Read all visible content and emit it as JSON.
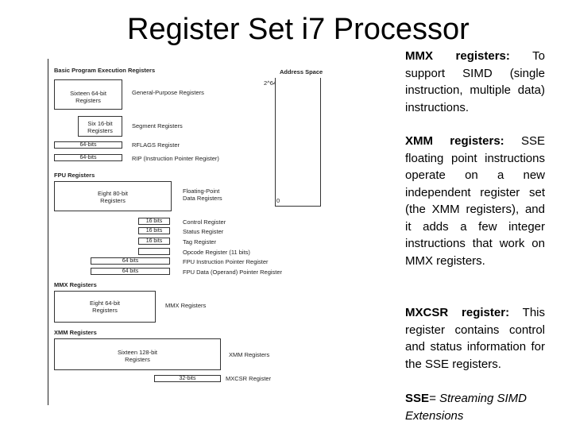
{
  "title": "Register Set i7 Processor",
  "diagram": {
    "basic_header": "Basic Program Execution Registers",
    "address_space": "Address Space",
    "addr_top": "2^64 -1",
    "addr_zero": "0",
    "gpr_box": "Sixteen 64-bit\nRegisters",
    "gpr_label": "General-Purpose Registers",
    "seg_box": "Six 16-bit\nRegisters",
    "seg_label": "Segment Registers",
    "rflags_bits": "64-bits",
    "rflags_label": "RFLAGS Register",
    "rip_bits": "64-bits",
    "rip_label": "RIP (Instruction Pointer Register)",
    "fpu_header": "FPU Registers",
    "fpu_box": "Eight 80-bit\nRegisters",
    "fpu_label": "Floating-Point\nData Registers",
    "control_bits": "16 bits",
    "control_label": "Control Register",
    "status_bits": "16 bits",
    "status_label": "Status Register",
    "tag_bits": "16 bits",
    "tag_label": "Tag Register",
    "opcode_label": "Opcode Register (11 bits)",
    "fip_bits": "64 bits",
    "fip_label": "FPU Instruction Pointer Register",
    "fdp_bits": "64 bits",
    "fdp_label": "FPU Data (Operand) Pointer Register",
    "mmx_header": "MMX Registers",
    "mmx_box": "Eight 64-bit\nRegisters",
    "mmx_label": "MMX Registers",
    "xmm_header": "XMM Registers",
    "xmm_box": "Sixteen 128-bit\nRegisters",
    "xmm_label": "XMM Registers",
    "mxcsr_bits": "32-bits",
    "mxcsr_label": "MXCSR Register"
  },
  "text": {
    "mmx_term": "MMX registers:",
    "mmx_desc": " To support SIMD (single instruction, multiple data) instructions.",
    "xmm_term": "XMM registers:",
    "xmm_desc": " SSE floating point instructions operate on a new independent register set (the XMM registers), and it adds a few integer instructions that work on MMX registers.",
    "mxcsr_term": "MXCSR register:",
    "mxcsr_desc": " This register contains control and status information for the SSE registers.",
    "sse_term": "SSE",
    "sse_desc": "= Streaming SIMD Extensions"
  }
}
